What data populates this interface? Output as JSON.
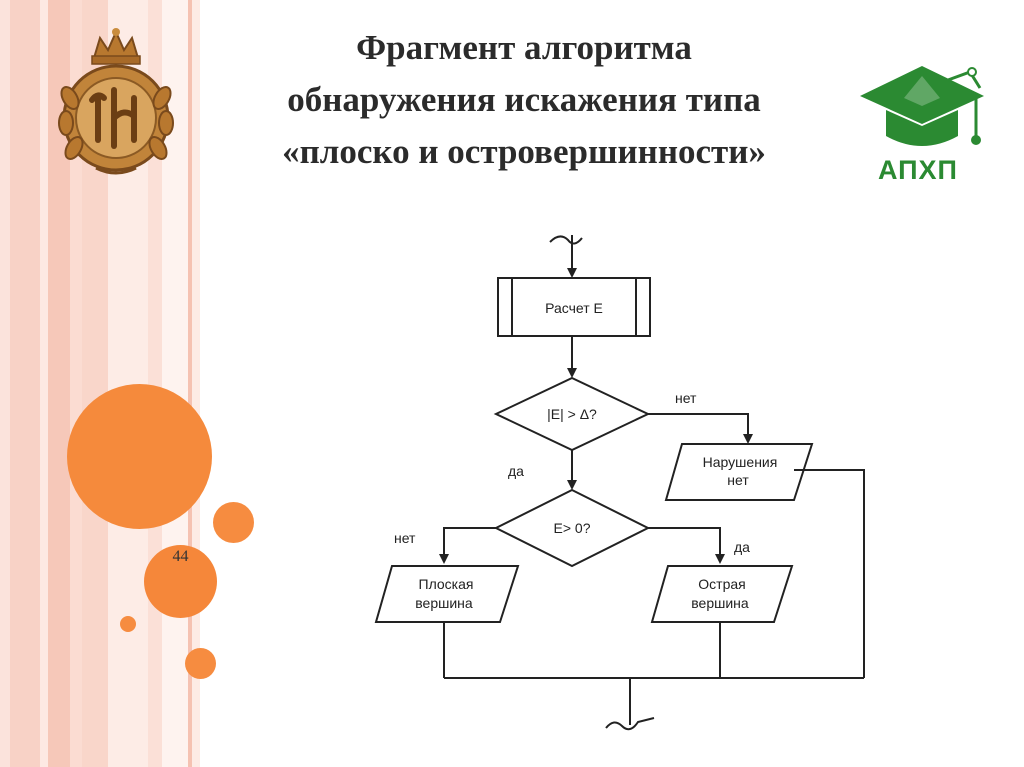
{
  "slide": {
    "title_lines": [
      "Фрагмент алгоритма",
      "обнаружения искажения типа",
      "«плоско и островершинности»"
    ],
    "page_number": "44"
  },
  "logos": {
    "right_text": "АПХП"
  },
  "flowchart": {
    "process_label": "Расчет Е",
    "decision1_label": "|E| > Δ?",
    "decision1_no": "нет",
    "decision1_yes": "да",
    "output_violation_line1": "Нарушения",
    "output_violation_line2": "нет",
    "decision2_label": "E> 0?",
    "decision2_no": "нет",
    "decision2_yes": "да",
    "output_flat_line1": "Плоская",
    "output_flat_line2": "вершина",
    "output_sharp_line1": "Острая",
    "output_sharp_line2": "вершина"
  },
  "colors": {
    "accent_orange": "#f58233",
    "logo_green": "#2b8a32",
    "emblem_gold": "#b8782f"
  }
}
